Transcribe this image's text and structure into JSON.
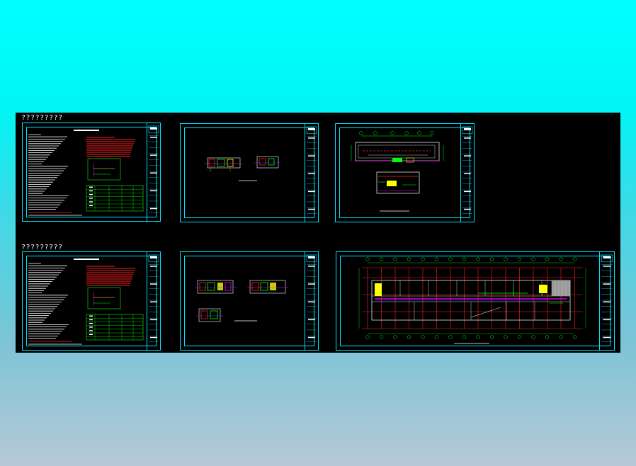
{
  "rows": [
    {
      "title": "?????????"
    },
    {
      "title": "?????????"
    }
  ],
  "colors": {
    "canvas": "#000000",
    "frame": "#00e0ff",
    "red": "#ff2020",
    "green": "#00ff00",
    "yellow": "#ffff00",
    "white": "#ffffff",
    "magenta": "#ff00ff",
    "blue": "#4040ff"
  },
  "sheets": [
    {
      "id": "sheet-1",
      "type": "notes"
    },
    {
      "id": "sheet-2",
      "type": "system"
    },
    {
      "id": "sheet-3",
      "type": "plan-small"
    },
    {
      "id": "sheet-4",
      "type": "notes"
    },
    {
      "id": "sheet-5",
      "type": "system"
    },
    {
      "id": "sheet-6",
      "type": "plan-large"
    }
  ]
}
